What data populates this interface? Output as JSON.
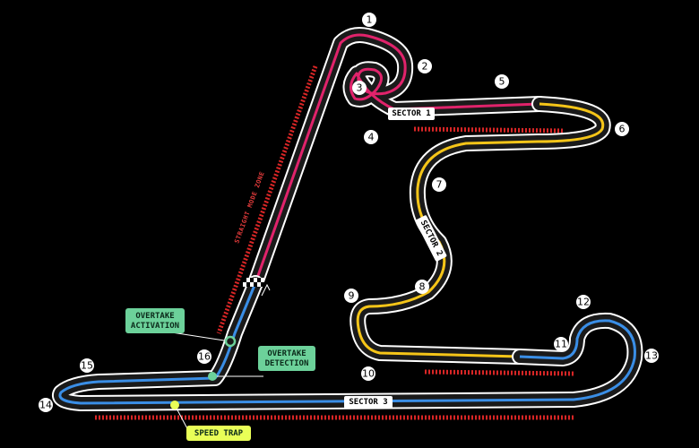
{
  "colors": {
    "background": "#000000",
    "track_outline": "#ffffff",
    "track_fill": "#1a1a1a",
    "sector1": "#e0236b",
    "sector2": "#f5c518",
    "sector3": "#3a8ee6",
    "kerb": "#d92626",
    "overtake_box": "#6cd19a",
    "speed_trap_box": "#e9ff57"
  },
  "sectors": [
    "SECTOR 1",
    "SECTOR 2",
    "SECTOR 3"
  ],
  "corners": [
    "1",
    "2",
    "3",
    "4",
    "5",
    "6",
    "7",
    "8",
    "9",
    "10",
    "11",
    "12",
    "13",
    "14",
    "15",
    "16"
  ],
  "labels": {
    "overtake_activation": [
      "OVERTAKE",
      "ACTIVATION"
    ],
    "overtake_detection": [
      "OVERTAKE",
      "DETECTION"
    ],
    "speed_trap": "SPEED TRAP",
    "drs_zone": "STRAIGHT MODE ZONE"
  }
}
